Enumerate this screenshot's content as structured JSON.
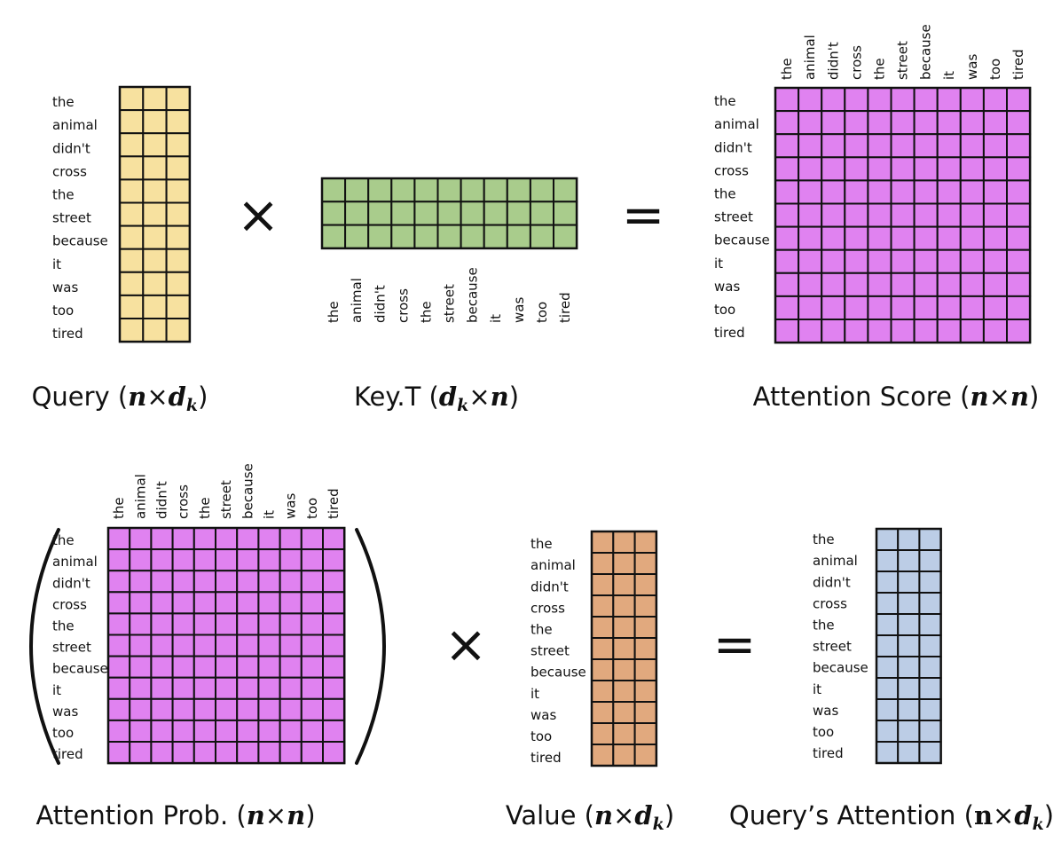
{
  "tokens": [
    "the",
    "animal",
    "didn't",
    "cross",
    "the",
    "street",
    "because",
    "it",
    "was",
    "too",
    "tired"
  ],
  "colors": {
    "query": "#f7e19f",
    "key": "#a9cc8c",
    "score": "#e082f0",
    "value": "#e1a97e",
    "attention": "#bccde6",
    "grid": "#111111"
  },
  "operators": {
    "times": "×",
    "equals": "="
  },
  "labels": {
    "query": {
      "text": "Query (",
      "m1": "n",
      "op": "×",
      "m2": "d",
      "sub": "k",
      "close": ")"
    },
    "key": {
      "text": "Key.T (",
      "m1": "d",
      "sub": "k",
      "op": "×",
      "m2": "n",
      "close": ")"
    },
    "score": {
      "text": "Attention Score (",
      "m1": "n",
      "op": "×",
      "m2": "n",
      "close": ")"
    },
    "prob": {
      "text": "Attention Prob. (",
      "m1": "n",
      "op": "×",
      "m2": "n",
      "close": ")"
    },
    "value": {
      "text": "Value (",
      "m1": "n",
      "op": "×",
      "m2": "d",
      "sub": "k",
      "close": ")"
    },
    "attention": {
      "text": "Query’s Attention (",
      "m1": "n",
      "op": "×",
      "m2": "d",
      "sub": "k",
      "close": ")"
    }
  }
}
